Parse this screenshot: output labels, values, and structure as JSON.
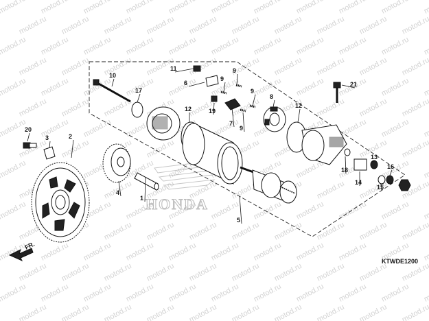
{
  "watermark": "motod.ru",
  "diagram_code": "KTWDE1200",
  "front_arrow_label": "FR.",
  "brand_mark": "HONDA",
  "callouts": [
    "1",
    "2",
    "3",
    "4",
    "5",
    "6",
    "7",
    "8",
    "9",
    "9",
    "9",
    "9",
    "10",
    "11",
    "12",
    "12",
    "13",
    "14",
    "15",
    "16",
    "17",
    "18",
    "19",
    "20",
    "21"
  ]
}
